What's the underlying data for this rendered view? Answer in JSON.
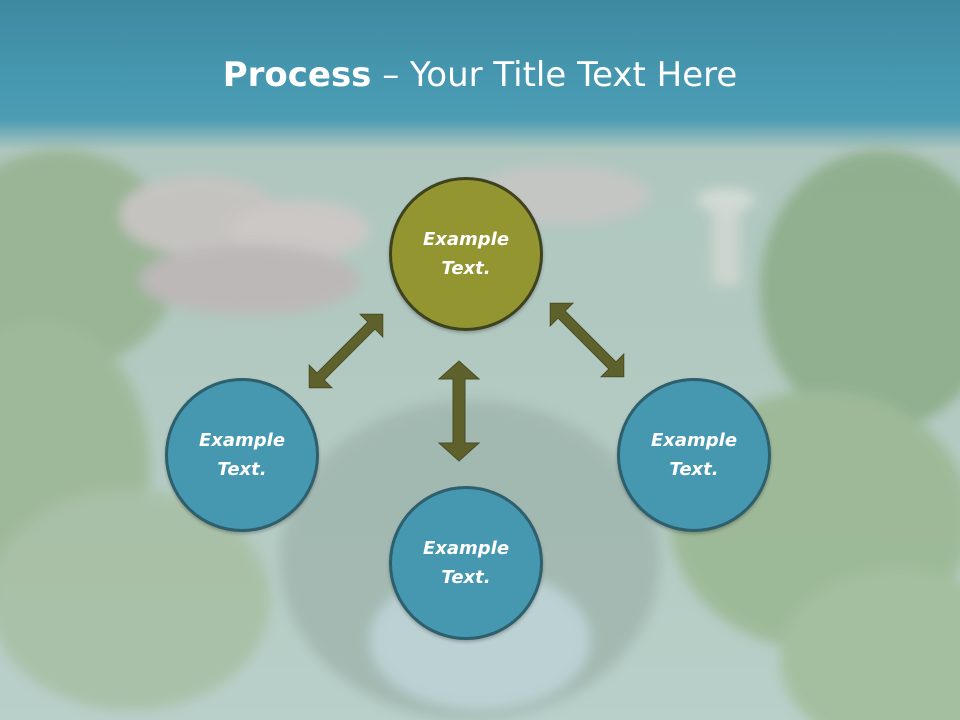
{
  "title": {
    "bold": "Process",
    "rest": " – Your Title Text Here"
  },
  "nodes": {
    "top": "Example Text.",
    "left": "Example Text.",
    "bottom": "Example Text.",
    "right": "Example Text."
  },
  "colors": {
    "header": "#4698b0",
    "center_node": "#939530",
    "outer_node": "#4698b0",
    "arrow": "#5f612c"
  }
}
